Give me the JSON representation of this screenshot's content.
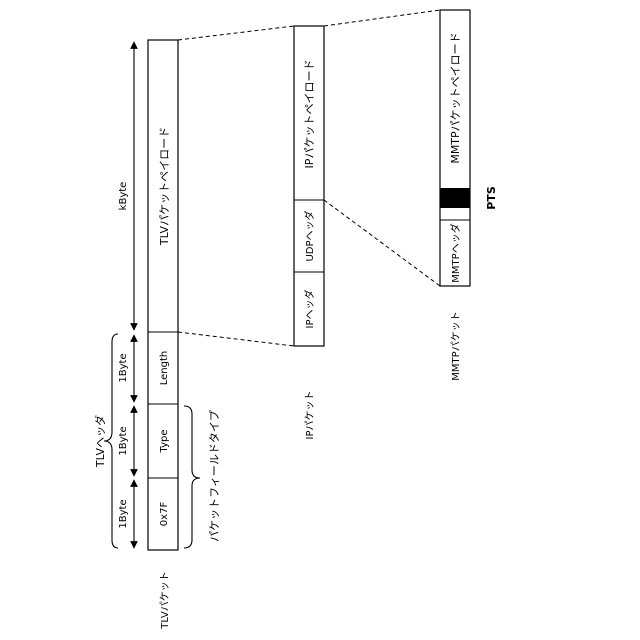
{
  "tlv_packet": {
    "label": "TLVパケット",
    "fields": {
      "f1": "0x7F",
      "f2": "Type",
      "f3": "Length"
    },
    "payload": "TLVパケットペイロード"
  },
  "header": {
    "tlv_header": "TLVヘッダ",
    "packet_field_type": "パケットフィールドタイプ"
  },
  "sizes": {
    "byte1": "1Byte",
    "byte2": "1Byte",
    "byte3": "1Byte",
    "kbyte": "kByte"
  },
  "ip_packet": {
    "label": "IPパケット",
    "ip_header": "IPヘッダ",
    "udp_header": "UDPヘッダ",
    "payload": "IPパケットペイロード"
  },
  "mmtp_packet": {
    "label": "MMTPパケット",
    "header": "MMTPヘッダ",
    "payload": "MMTPパケットペイロード",
    "pts": "PTS"
  }
}
